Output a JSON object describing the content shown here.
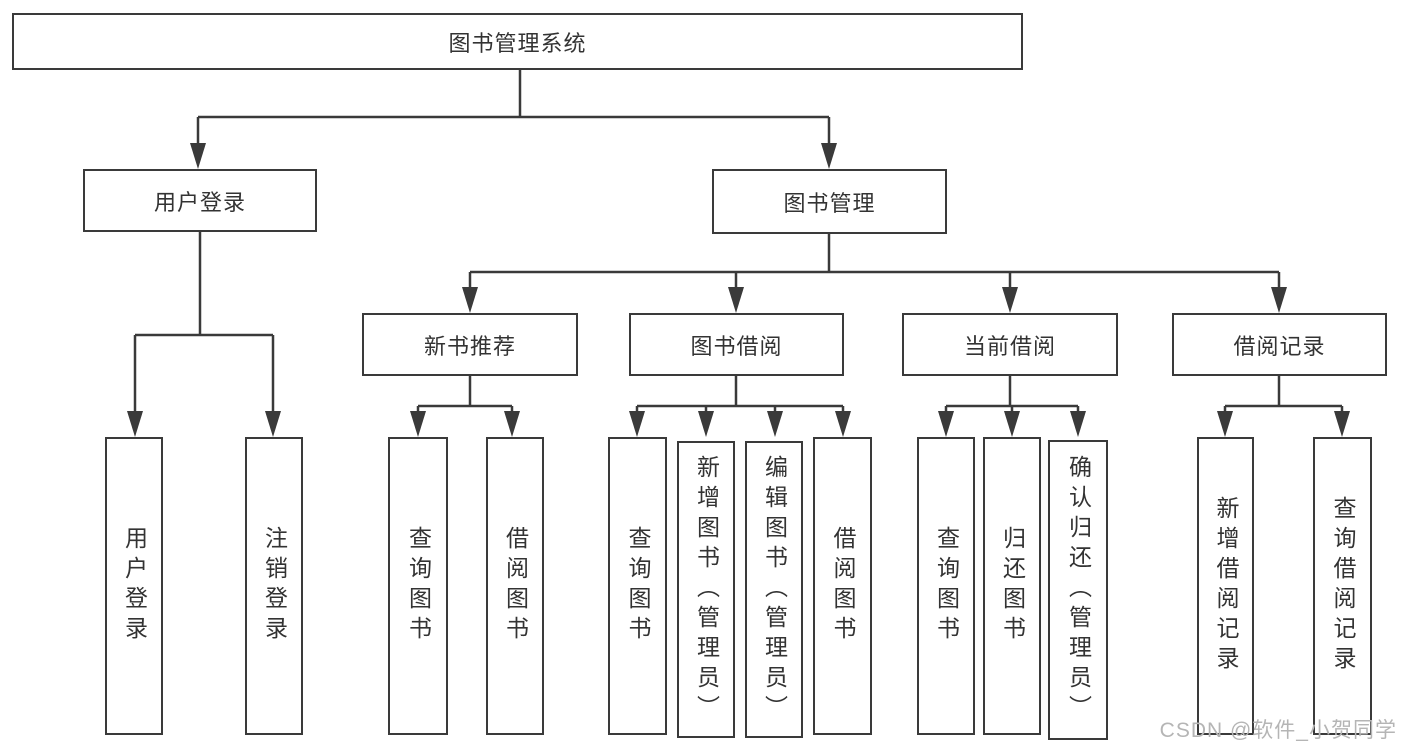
{
  "diagram": {
    "title": "图书管理系统",
    "nodes": {
      "root": {
        "label": "图书管理系统"
      },
      "user_login": {
        "label": "用户登录"
      },
      "book_mgmt": {
        "label": "图书管理"
      },
      "new_book_rec": {
        "label": "新书推荐"
      },
      "book_borrow": {
        "label": "图书借阅"
      },
      "current_borrow": {
        "label": "当前借阅"
      },
      "borrow_record": {
        "label": "借阅记录"
      },
      "leaf_user_login": {
        "label": "用户登录"
      },
      "leaf_logout": {
        "label": "注销登录"
      },
      "rec_query_book": {
        "label": "查询图书"
      },
      "rec_borrow_book": {
        "label": "借阅图书"
      },
      "bb_query_book": {
        "label": "查询图书"
      },
      "bb_add_book": {
        "label": "新增图书（管理员）"
      },
      "bb_edit_book": {
        "label": "编辑图书（管理员）"
      },
      "bb_borrow_book": {
        "label": "借阅图书"
      },
      "cb_query_book": {
        "label": "查询图书"
      },
      "cb_return_book": {
        "label": "归还图书"
      },
      "cb_confirm_return": {
        "label": "确认归还（管理员）"
      },
      "br_add_record": {
        "label": "新增借阅记录"
      },
      "br_query_record": {
        "label": "查询借阅记录"
      }
    },
    "line_color": "#3a3a3a",
    "text_color": "#333333"
  },
  "watermark": {
    "text": "CSDN @软件_小贺同学",
    "color": "#b5b5b5"
  }
}
